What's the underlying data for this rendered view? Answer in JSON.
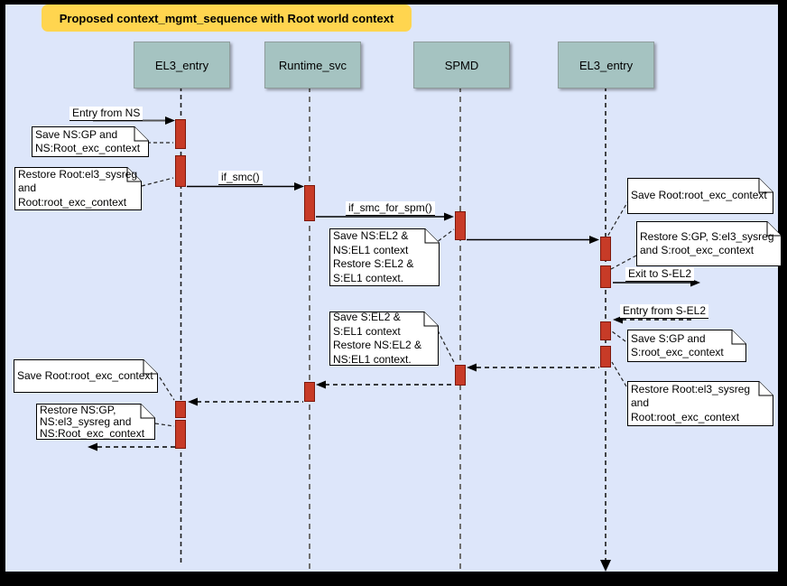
{
  "diagram": {
    "title": "Proposed context_mgmt_sequence with Root world context",
    "actors": [
      {
        "label": "EL3_entry"
      },
      {
        "label": "Runtime_svc"
      },
      {
        "label": "SPMD"
      },
      {
        "label": "EL3_entry"
      }
    ],
    "messages": {
      "entry_from_ns": "Entry from NS",
      "if_smc": "if_smc()",
      "if_smc_for_spm": "if_smc_for_spm()",
      "exit_to_s_el2": "Exit to S-EL2",
      "entry_from_s_el2": "Entry from S-EL2"
    },
    "notes": {
      "save_ns_gp": "Save NS:GP and\nNS:Root_exc_context",
      "restore_root_sysreg_top": "Restore Root:el3_sysreg\nand\nRoot:root_exc_context",
      "save_ns_el2": "Save NS:EL2 &\nNS:EL1 context\nRestore S:EL2 &\nS:EL1 context.",
      "save_root_exc_right": "Save Root:root_exc_context",
      "restore_s_gp": "Restore S:GP, S:el3_sysreg\nand S:root_exc_context",
      "save_s_gp": "Save S:GP and\nS:root_exc_context",
      "restore_root_sysreg_right": "Restore Root:el3_sysreg\nand\nRoot:root_exc_context",
      "save_s_el2": "Save S:EL2 &\nS:EL1 context\nRestore NS:EL2 &\nNS:EL1 context.",
      "save_root_exc_left": "Save Root:root_exc_context",
      "restore_ns_gp": "Restore NS:GP,\nNS:el3_sysreg and\nNS:Root_exc_context"
    },
    "colors": {
      "canvas_bg": "#DDE6FA",
      "title_bg": "#FFD54F",
      "actor_fill": "#A5C3C1",
      "activation_fill": "#C73B27",
      "note_bg": "#FFFFFF",
      "frame": "#000000"
    }
  }
}
